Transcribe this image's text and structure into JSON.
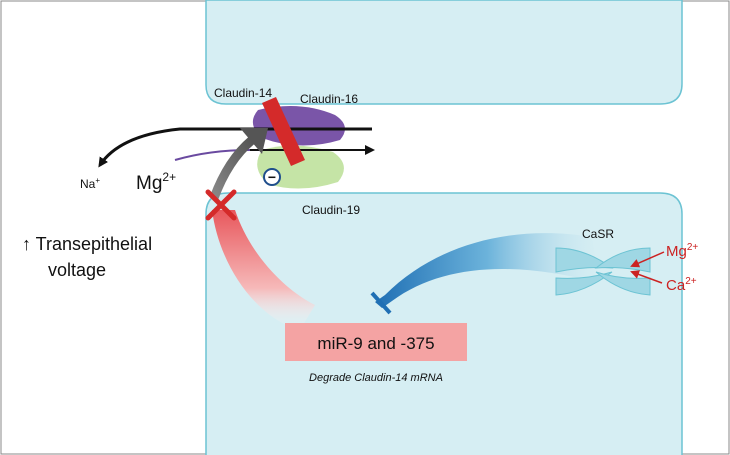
{
  "labels": {
    "claudin14": "Claudin-14",
    "claudin16": "Claudin-16",
    "claudin19": "Claudin-19",
    "na": "Na",
    "na_sup": "+",
    "mg": "Mg",
    "mg_sup": "2+",
    "minus": "−",
    "voltage_line1": "↑ Transepithelial",
    "voltage_line2": "voltage",
    "casr": "CaSR",
    "casr_mg": "Mg",
    "casr_mg_sup": "2+",
    "casr_ca": "Ca",
    "casr_ca_sup": "2+",
    "mirna": "miR-9 and -375",
    "degrade": "Degrade Claudin-14 mRNA"
  },
  "colors": {
    "cell_fill": "#d6eef3",
    "cell_stroke": "#6cc3d3",
    "claudin16": "#7a55a8",
    "claudin19": "#c5e4a6",
    "claudin14": "#d42a2a",
    "mirna_box": "#f4a3a3",
    "casr": "#9fd7e4",
    "block_arrow": "#2e86c1",
    "red_text": "#cc2222"
  }
}
